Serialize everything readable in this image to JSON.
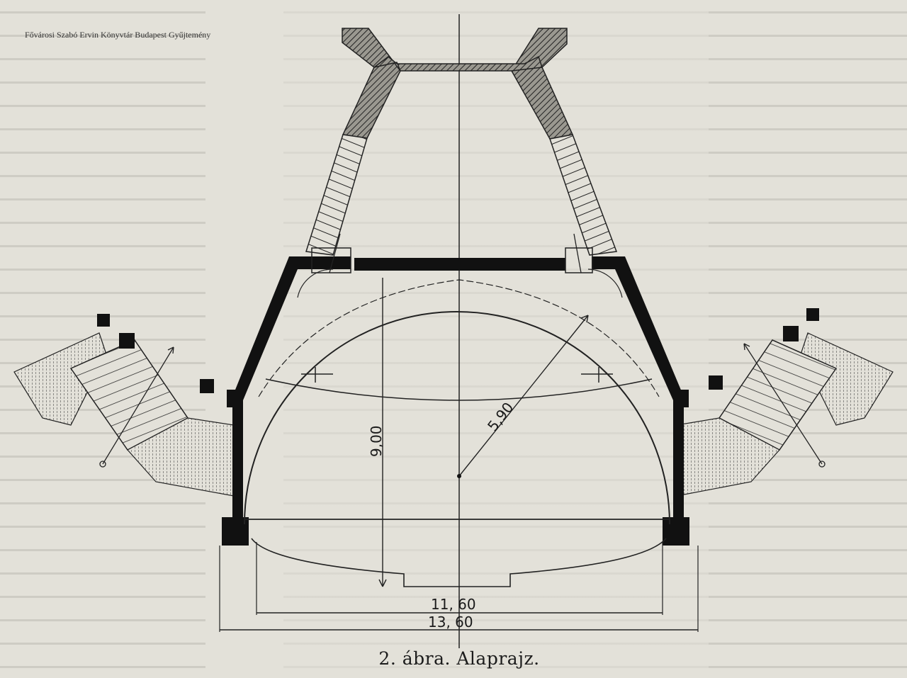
{
  "watermark": "Fővárosi Szabó Ervin Könyvtár Budapest Gyűjtemény",
  "caption": "2. ábra. Alaprajz.",
  "dimensions": {
    "height": "9,00",
    "radius": "5,90",
    "inner_width": "11, 60",
    "outer_width": "13, 60"
  }
}
